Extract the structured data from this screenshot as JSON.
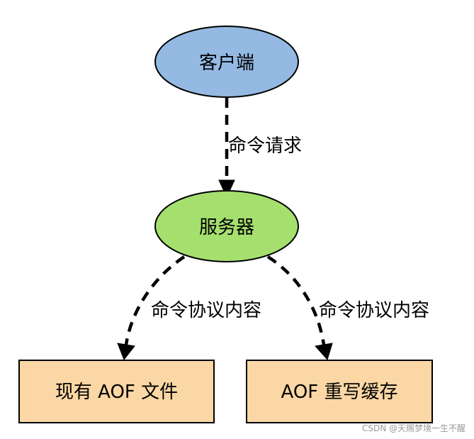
{
  "diagram": {
    "nodes": {
      "client": {
        "label": "客户端",
        "fill": "#94b9e2",
        "shape": "ellipse"
      },
      "server": {
        "label": "服务器",
        "fill": "#a5e06f",
        "shape": "ellipse"
      },
      "aof_file": {
        "label": "现有 AOF 文件",
        "fill": "#fad7a4",
        "shape": "rect"
      },
      "aof_buffer": {
        "label": "AOF 重写缓存",
        "fill": "#fad7a4",
        "shape": "rect"
      }
    },
    "edges": {
      "client_to_server": {
        "label": "命令请求"
      },
      "server_to_file": {
        "label": "命令协议内容"
      },
      "server_to_buffer": {
        "label": "命令协议内容"
      }
    },
    "edge_color": "#000000",
    "edge_style": "dashed"
  },
  "watermark": "CSDN @天赐梦境一生不醒"
}
